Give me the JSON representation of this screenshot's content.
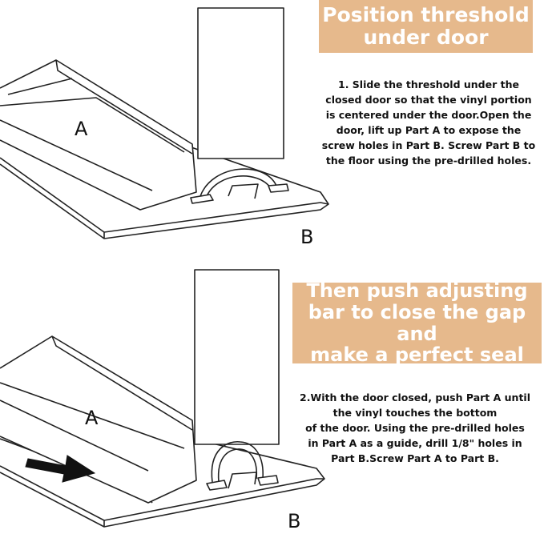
{
  "step1": {
    "banner": "Position threshold\nunder door",
    "text": "1. Slide the threshold under the\nclosed door so that the vinyl portion\nis centered under the door.Open the\ndoor, lift up Part A to expose the\nscrew holes in Part B. Screw Part B to\nthe floor using the pre-drilled holes.",
    "label_a": "A",
    "label_b": "B"
  },
  "step2": {
    "banner": "Then push adjusting\nbar to close the gap and\nmake a perfect seal",
    "text": "2.With the door closed, push Part A until\nthe vinyl touches the bottom\nof the door. Using the pre-drilled holes\nin Part A as a guide, drill 1/8\" holes in\nPart B.Screw Part A to Part B.",
    "label_a": "A",
    "label_b": "B"
  },
  "colors": {
    "banner_bg": "#e6b98c",
    "banner_text": "#ffffff",
    "line": "#222222",
    "arrow": "#111111"
  }
}
